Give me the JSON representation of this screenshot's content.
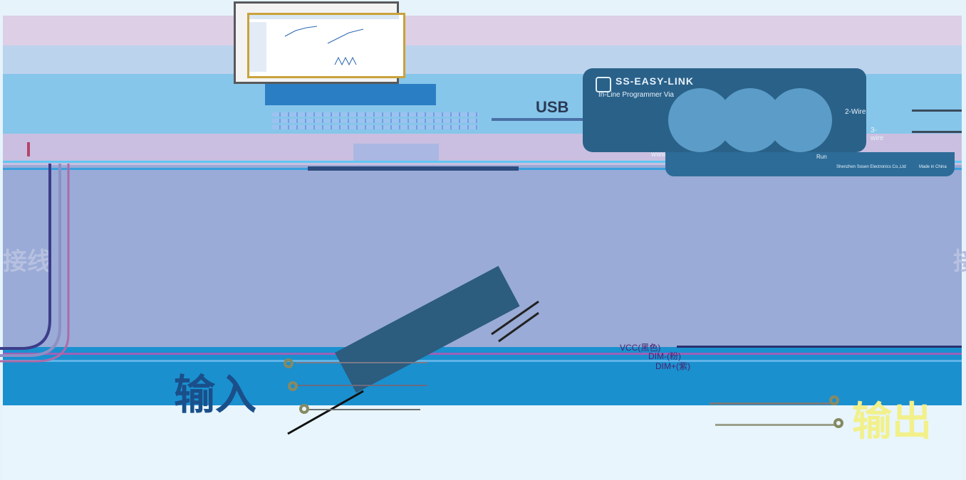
{
  "module": {
    "title": "SS-EASY-LINK",
    "subtitle": "In-Line Programmer Via",
    "wire2": "2-Wire",
    "wire3": "3-wire",
    "website": "www.sosen.com",
    "run": "Run",
    "company": "Shenzhen Sosen Electronics Co.,Ltd",
    "madein": "Made in China"
  },
  "usb_label": "USB",
  "side_text": {
    "left": "接线",
    "right": "接"
  },
  "labels": {
    "input": "输入",
    "output": "输出"
  },
  "wires": {
    "vcc": "VCC(黑色)",
    "dim_minus": "DIM-(粉)",
    "dim_plus": "DIM+(紫)"
  },
  "colors": {
    "module": "#2a6189",
    "accent_band": "#1a90cf",
    "wire_purple": "#4a226e",
    "text_yellow": "#f2f08a"
  }
}
